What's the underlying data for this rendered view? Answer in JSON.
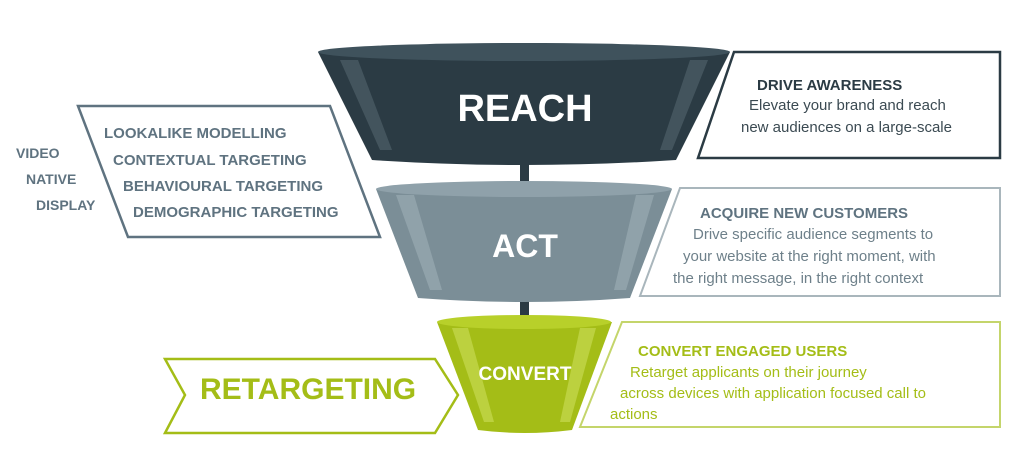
{
  "funnel": {
    "reach": "REACH",
    "act": "ACT",
    "convert": "CONVERT"
  },
  "targeting": {
    "items": [
      "LOOKALIKE MODELLING",
      "CONTEXTUAL TARGETING",
      "BEHAVIOURAL TARGETING",
      "DEMOGRAPHIC TARGETING"
    ]
  },
  "channels": [
    "VIDEO",
    "NATIVE",
    "DISPLAY"
  ],
  "reach_box": {
    "title": "DRIVE AWARENESS",
    "lines": [
      "Elevate your brand and reach",
      "new audiences on a large-scale"
    ]
  },
  "act_box": {
    "title": "ACQUIRE NEW CUSTOMERS",
    "lines": [
      "Drive specific audience segments to",
      "your website at the right moment, with",
      "the right message, in the right context"
    ]
  },
  "convert_box": {
    "title": "CONVERT ENGAGED USERS",
    "lines": [
      "Retarget applicants on their journey",
      "across devices with application focused call to",
      "actions"
    ]
  },
  "retargeting": "RETARGETING",
  "colors": {
    "reach": "#2b3b44",
    "act": "#7b8e97",
    "convert": "#a4bd17",
    "text_grey": "#5f7380"
  }
}
